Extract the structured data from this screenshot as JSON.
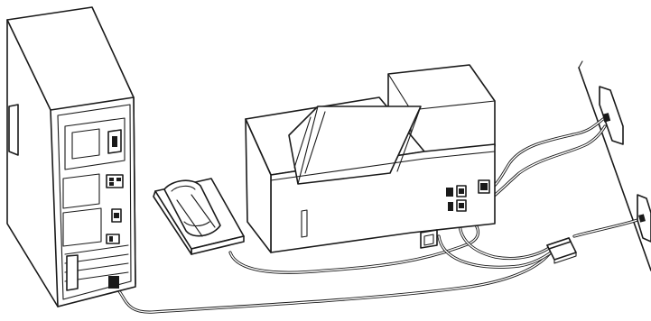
{
  "diagram": {
    "type": "equipment-connection-illustration",
    "devices": [
      {
        "id": "computer",
        "icon": "computer-tower-icon"
      },
      {
        "id": "telephone",
        "icon": "telephone-icon"
      },
      {
        "id": "printer",
        "icon": "all-in-one-printer-icon"
      },
      {
        "id": "wall-jack-upper",
        "icon": "wall-phone-jack-icon"
      },
      {
        "id": "wall-jack-lower",
        "icon": "wall-phone-jack-icon"
      },
      {
        "id": "line-splitter",
        "icon": "splitter-icon"
      }
    ],
    "connections": [
      {
        "from": "telephone",
        "to": "printer"
      },
      {
        "from": "printer",
        "to": "wall-jack-upper"
      },
      {
        "from": "computer",
        "to": "line-splitter"
      },
      {
        "from": "printer",
        "to": "line-splitter"
      },
      {
        "from": "line-splitter",
        "to": "wall-jack-lower"
      }
    ],
    "colors": {
      "line": "#1a1a1a",
      "background": "#ffffff"
    }
  }
}
